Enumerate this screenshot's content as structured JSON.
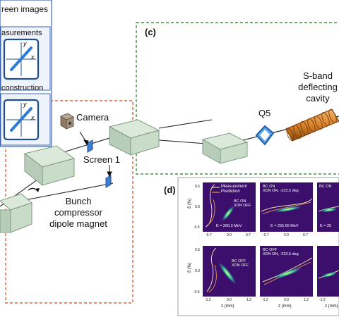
{
  "inset": {
    "title": "reen images",
    "measure_label": "asurements",
    "recon_label": "construction",
    "axis_x": "x",
    "axis_y": "y"
  },
  "panel_c_label": "(c)",
  "panel_d_label": "(d)",
  "labels": {
    "camera": "Camera",
    "screen1": "Screen 1",
    "q5": "Q5",
    "cavity": [
      "S-band",
      "deflecting",
      "cavity"
    ],
    "bunch": [
      "Bunch",
      "compressor",
      "dipole magnet"
    ]
  },
  "plot_legend": [
    "Measurement",
    "Prediction"
  ],
  "plots": [
    {
      "line1": "BC ON",
      "line2": "XDN OFF",
      "energy": "E = 260.3 MeV"
    },
    {
      "line1": "BC ON",
      "line2": "XDN ON, -223.5 deg",
      "energy": "E = 255.65 MeV"
    },
    {
      "line1": "BC ON",
      "line2": "",
      "energy": "E = 25"
    },
    {
      "line1": "BC OFF",
      "line2": "XDN OFF",
      "energy": ""
    },
    {
      "line1": "BC OFF",
      "line2": "XDN ON, -223.5 deg",
      "energy": ""
    },
    {
      "line1": "",
      "line2": "",
      "energy": ""
    }
  ],
  "axes": {
    "ylabel": "δ (%)",
    "xlabel": "z (mm)",
    "yticks": [
      "0.5",
      "0.0",
      "-0.5"
    ],
    "xticks_top": [
      "-0.7",
      "0.0",
      "0.7"
    ],
    "xticks_bottom": [
      "-1.2",
      "0.0",
      "1.2"
    ]
  },
  "colors": {
    "magnet": "#c8dcc8",
    "magnet_edge": "#7f9a80",
    "orange_dash": "#e0643a",
    "green_dash": "#3f8f3f",
    "inset_border": "#3a63b0",
    "plot_bg": "#3b0f6b",
    "cavity": "#d9832a",
    "q5": "#3c7fd0"
  }
}
